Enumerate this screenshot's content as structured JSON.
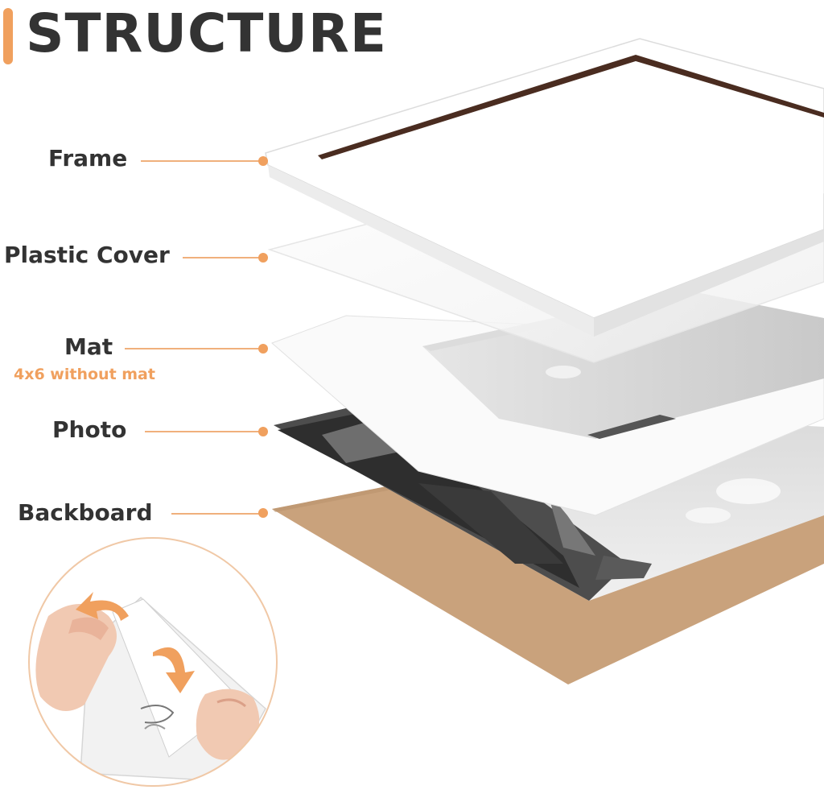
{
  "title": "STRUCTURE",
  "colors": {
    "accent": "#f0a05e",
    "text": "#333333",
    "backboard": "#c9a27c",
    "frame": "#ffffff"
  },
  "layers": [
    {
      "label": "Frame"
    },
    {
      "label": "Plastic Cover"
    },
    {
      "label": "Mat",
      "note": "4x6 without mat"
    },
    {
      "label": "Photo"
    },
    {
      "label": "Backboard"
    }
  ],
  "icons": [
    "peel-arrow-left-icon",
    "peel-arrow-right-icon"
  ]
}
